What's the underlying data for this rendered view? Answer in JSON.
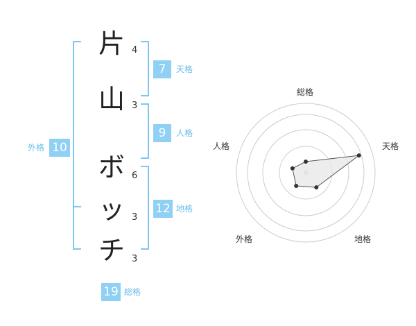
{
  "characters": [
    {
      "char": "片",
      "strokes": "4"
    },
    {
      "char": "山",
      "strokes": "3"
    },
    {
      "char": "ボ",
      "strokes": "6"
    },
    {
      "char": "ッ",
      "strokes": "3"
    },
    {
      "char": "チ",
      "strokes": "3"
    }
  ],
  "fortune": {
    "tenkaku": {
      "value": "7",
      "label": "天格"
    },
    "jinkaku": {
      "value": "9",
      "label": "人格"
    },
    "chikaku": {
      "value": "12",
      "label": "地格"
    },
    "gaikaku": {
      "value": "10",
      "label": "外格"
    },
    "soukaku": {
      "value": "19",
      "label": "総格"
    }
  },
  "radar": {
    "axes": [
      "総格",
      "天格",
      "地格",
      "外格",
      "人格"
    ],
    "values": [
      0.19,
      0.96,
      0.31,
      0.28,
      0.24
    ],
    "colors": {
      "fill": "#e8e8e8",
      "stroke": "#555555",
      "ring": "#cccccc",
      "point": "#333333"
    }
  },
  "colors": {
    "accent": "#8fd0f5",
    "bracket": "#7cc6f0"
  }
}
